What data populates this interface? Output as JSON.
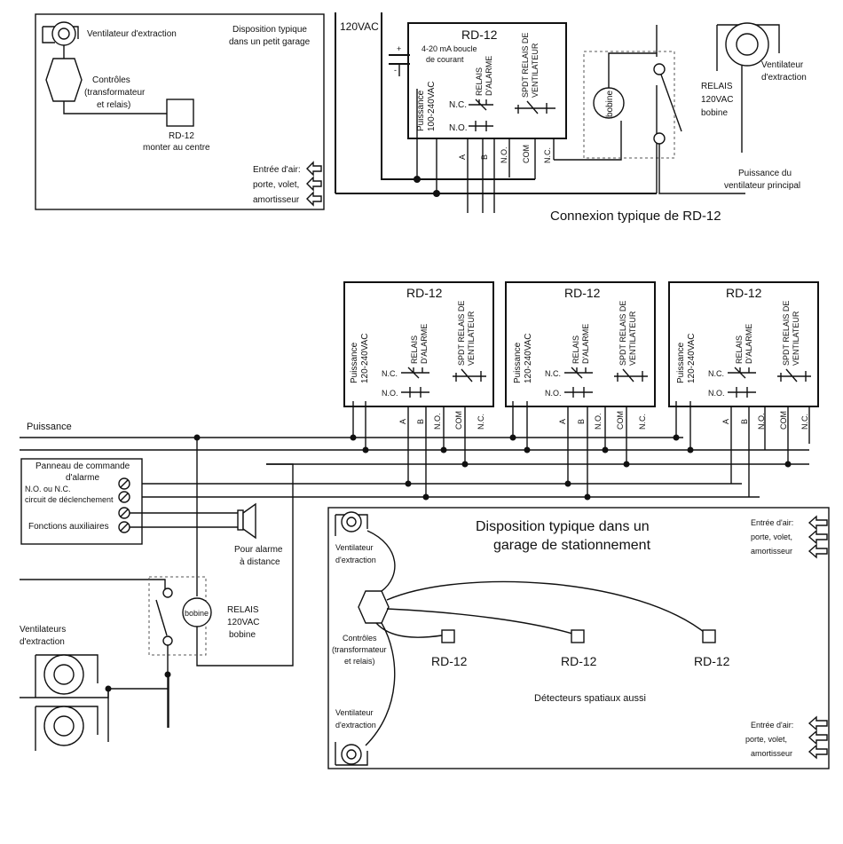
{
  "top_left": {
    "fan_label": "Ventilateur d'extraction",
    "title_line1": "Disposition typique",
    "title_line2": "dans un petit garage",
    "controls_line1": "Contrôles",
    "controls_line2": "(transformateur",
    "controls_line3": "et relais)",
    "rd12": "RD-12",
    "rd12_mount": "monter au centre",
    "air_line1": "Entrée d'air:",
    "air_line2": "porte, volet,",
    "air_line3": "amortisseur"
  },
  "top_right": {
    "vac": "120VAC",
    "rd12_title": "RD-12",
    "current_loop_1": "4-20 mA boucle",
    "current_loop_2": "de courant",
    "plus": "+",
    "minus": "-",
    "power_1": "Puissance",
    "power_2": "100-240VAC",
    "alarm_1": "RELAIS",
    "alarm_2": "D'ALARME",
    "spdt_1": "SPDT RELAIS DE",
    "spdt_2": "VENTILATEUR",
    "nc": "N.C.",
    "no": "N.O.",
    "term_a": "A",
    "term_b": "B",
    "term_no": "N.O.",
    "term_com": "COM",
    "term_nc": "N.C.",
    "bobine": "bobine",
    "relay_1": "RELAIS",
    "relay_2": "120VAC",
    "relay_3": "bobine",
    "fan_1": "Ventilateur",
    "fan_2": "d'extraction",
    "mainpower_1": "Puissance du",
    "mainpower_2": "ventilateur principal",
    "caption": "Connexion typique de RD-12"
  },
  "middle": {
    "power_label": "Puissance",
    "modules": [
      {
        "title": "RD-12",
        "power_1": "Puissance",
        "power_2": "120-240VAC",
        "alarm_1": "RELAIS",
        "alarm_2": "D'ALARME",
        "spdt_1": "SPDT RELAIS DE",
        "spdt_2": "VENTILATEUR",
        "nc": "N.C.",
        "no": "N.O.",
        "term_a": "A",
        "term_b": "B",
        "term_no": "N.O.",
        "term_com": "COM",
        "term_nc": "N.C."
      },
      {
        "title": "RD-12",
        "power_1": "Puissance",
        "power_2": "120-240VAC",
        "alarm_1": "RELAIS",
        "alarm_2": "D'ALARME",
        "spdt_1": "SPDT RELAIS DE",
        "spdt_2": "VENTILATEUR",
        "nc": "N.C.",
        "no": "N.O.",
        "term_a": "A",
        "term_b": "B",
        "term_no": "N.O.",
        "term_com": "COM",
        "term_nc": "N.C."
      },
      {
        "title": "RD-12",
        "power_1": "Puissance",
        "power_2": "120-240VAC",
        "alarm_1": "RELAIS",
        "alarm_2": "D'ALARME",
        "spdt_1": "SPDT RELAIS DE",
        "spdt_2": "VENTILATEUR",
        "nc": "N.C.",
        "no": "N.O.",
        "term_a": "A",
        "term_b": "B",
        "term_no": "N.O.",
        "term_com": "COM",
        "term_nc": "N.C."
      }
    ],
    "panel_1": "Panneau de commande",
    "panel_2": "d'alarme",
    "panel_nonc": "N.O. ou N.C.",
    "panel_circuit": "circuit de déclenchement",
    "panel_aux": "Fonctions auxiliaires",
    "horn_1": "Pour alarme",
    "horn_2": "à distance",
    "bobine": "bobine",
    "relay_1": "RELAIS",
    "relay_2": "120VAC",
    "relay_3": "bobine",
    "fans_1": "Ventilateurs",
    "fans_2": "d'extraction"
  },
  "bottom_right": {
    "title_1": "Disposition typique dans un",
    "title_2": "garage de stationnement",
    "fan_1": "Ventilateur",
    "fan_2": "d'extraction",
    "controls_1": "Contrôles",
    "controls_2": "(transformateur",
    "controls_3": "et relais)",
    "rd12": "RD-12",
    "detectors": "Détecteurs spatiaux aussi",
    "air_1": "Entrée d'air:",
    "air_2": "porte, volet,",
    "air_3": "amortisseur"
  }
}
